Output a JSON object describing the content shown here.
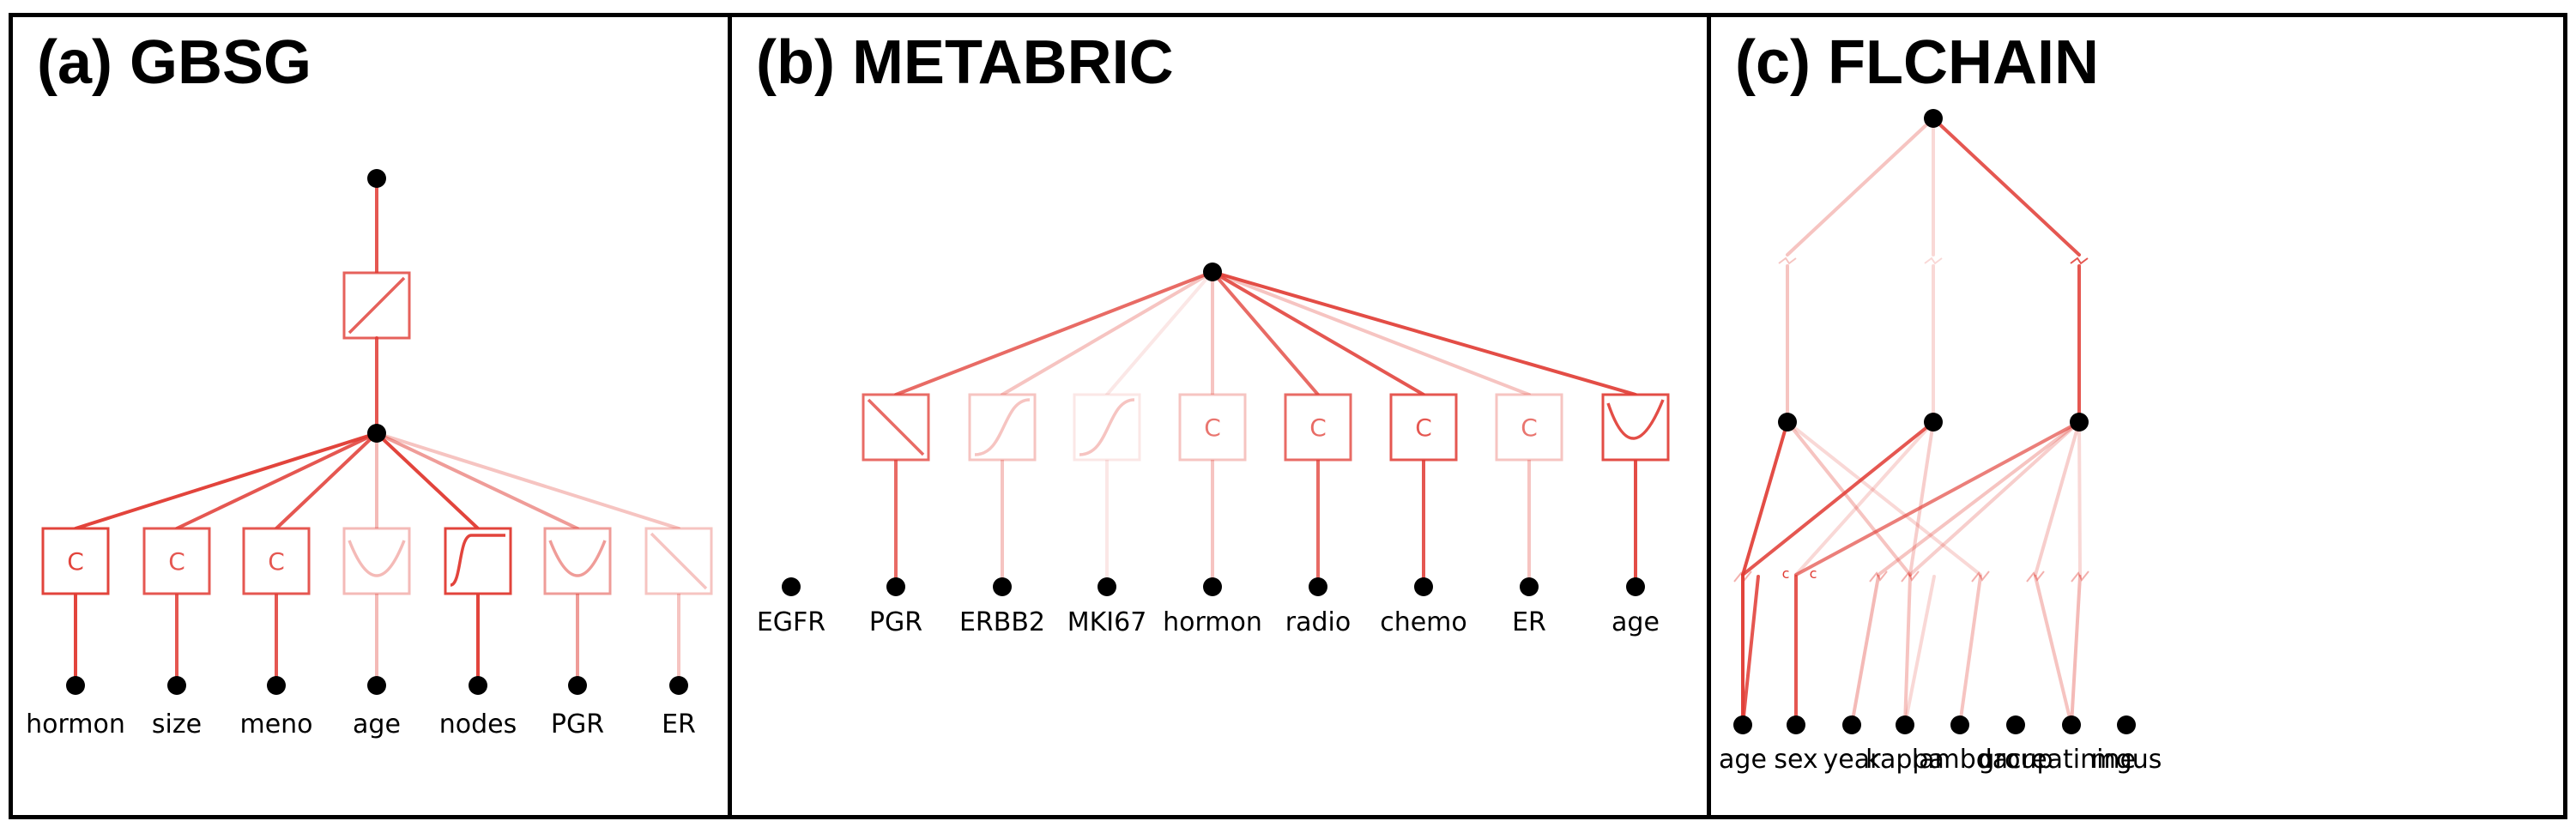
{
  "colors": {
    "edge": "#e03a32",
    "node": "#000000",
    "border": "#000000"
  },
  "panels": [
    {
      "id": "a",
      "title": "(a) GBSG",
      "leaf_labels": [
        "hormon",
        "size",
        "meno",
        "age",
        "nodes",
        "PGR",
        "ER"
      ],
      "root_transform": "diagonal-up",
      "transforms": [
        {
          "kind": "C",
          "label": "C",
          "strength": 0.95
        },
        {
          "kind": "C",
          "label": "C",
          "strength": 0.85
        },
        {
          "kind": "C",
          "label": "C",
          "strength": 0.85
        },
        {
          "kind": "u-shape",
          "strength": 0.35
        },
        {
          "kind": "step",
          "strength": 0.95
        },
        {
          "kind": "u-shape",
          "strength": 0.5
        },
        {
          "kind": "diagonal-down",
          "strength": 0.3
        }
      ]
    },
    {
      "id": "b",
      "title": "(b) METABRIC",
      "leaf_labels": [
        "EGFR",
        "PGR",
        "ERBB2",
        "MKI67",
        "hormon",
        "radio",
        "chemo",
        "ER",
        "age"
      ],
      "transforms": [
        {
          "kind": "diagonal-down",
          "strength": 0.75
        },
        {
          "kind": "sigmoid",
          "strength": 0.3
        },
        {
          "kind": "sigmoid",
          "strength": 0.12
        },
        {
          "kind": "C",
          "label": "C",
          "strength": 0.3
        },
        {
          "kind": "C",
          "label": "C",
          "strength": 0.75
        },
        {
          "kind": "C",
          "label": "C",
          "strength": 0.85
        },
        {
          "kind": "C",
          "label": "C",
          "strength": 0.3
        },
        {
          "kind": "u-curve",
          "strength": 0.9
        }
      ]
    },
    {
      "id": "c",
      "title": "(c) FLCHAIN",
      "leaf_labels": [
        "age",
        "sex",
        "year",
        "kappa",
        "lambda",
        "group",
        "creatinine",
        "mgus"
      ],
      "c_labels": [
        "c",
        "c"
      ]
    }
  ]
}
